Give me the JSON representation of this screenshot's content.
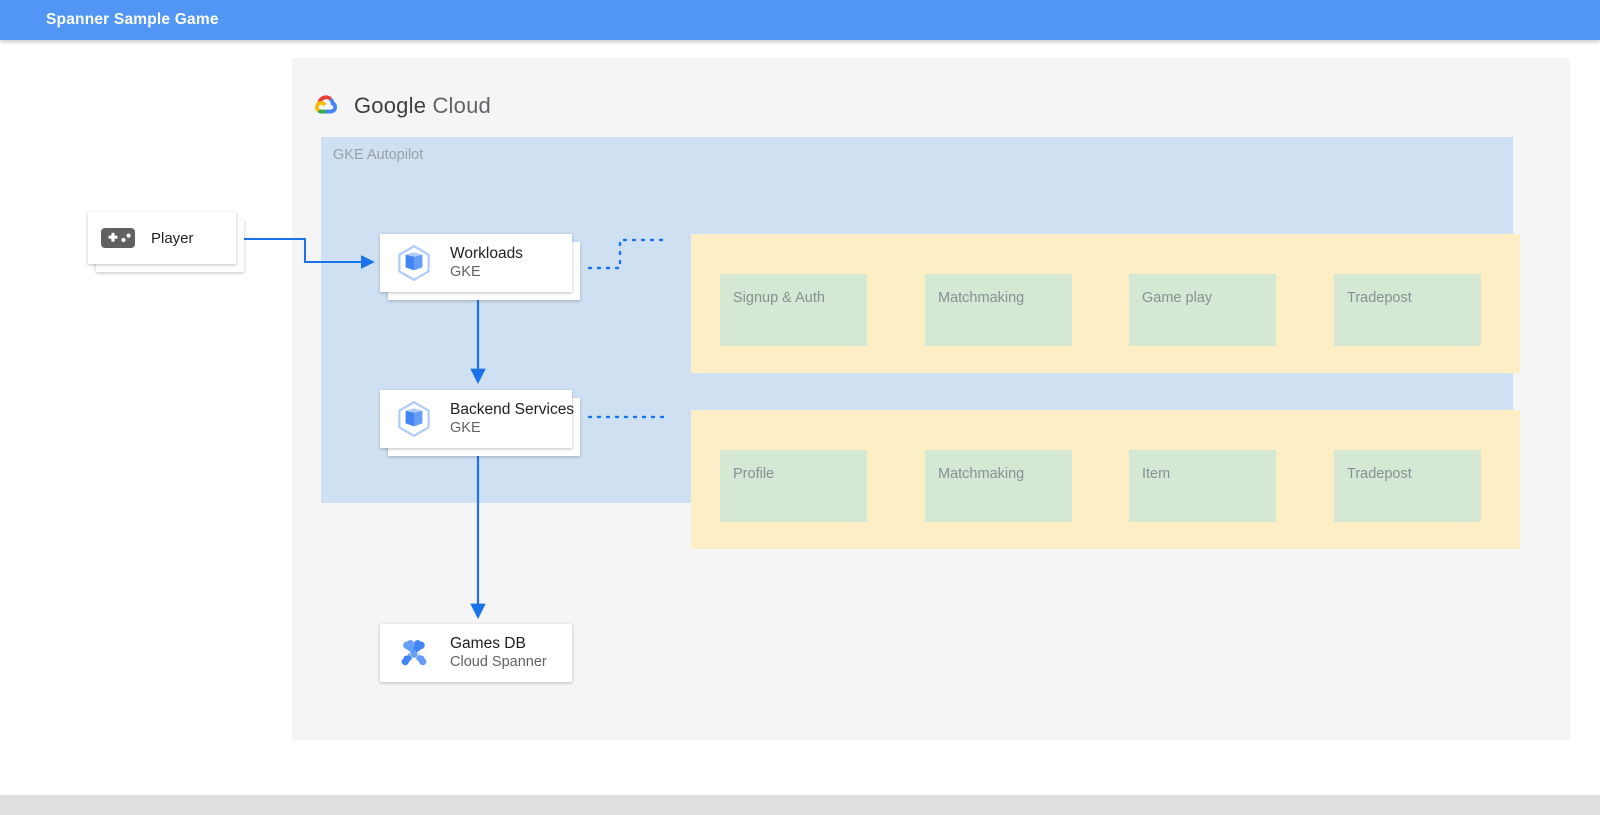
{
  "appbar": {
    "title": "Spanner Sample Game"
  },
  "colors": {
    "appbar_blue": "#5195f5",
    "panel_gray": "#f5f5f5",
    "zone_blue": "#cfe0f3",
    "group_yellow": "#fdeec6",
    "cell_green": "#d4e8d4",
    "connector_blue": "#1a73e8",
    "muted_text": "#9aa0a6",
    "footer_gray": "#e0e0e0"
  },
  "diagram": {
    "provider": {
      "logo": "google-cloud-logo",
      "name_bold": "Google",
      "name_light": "Cloud"
    },
    "zone": {
      "label": "GKE Autopilot"
    },
    "nodes": [
      {
        "id": "player",
        "icon": "gamepad-icon",
        "title": "Player",
        "subtitle": ""
      },
      {
        "id": "workloads",
        "icon": "gke-icon",
        "title": "Workloads",
        "subtitle": "GKE"
      },
      {
        "id": "backend",
        "icon": "gke-icon",
        "title": "Backend Services",
        "subtitle": "GKE"
      },
      {
        "id": "gamesdb",
        "icon": "cloud-spanner-icon",
        "title": "Games DB",
        "subtitle": "Cloud Spanner"
      }
    ],
    "service_groups": [
      {
        "id": "workload-services",
        "cells": [
          "Signup & Auth",
          "Matchmaking",
          "Game play",
          "Tradepost"
        ]
      },
      {
        "id": "backend-services",
        "cells": [
          "Profile",
          "Matchmaking",
          "Item",
          "Tradepost"
        ]
      }
    ]
  }
}
